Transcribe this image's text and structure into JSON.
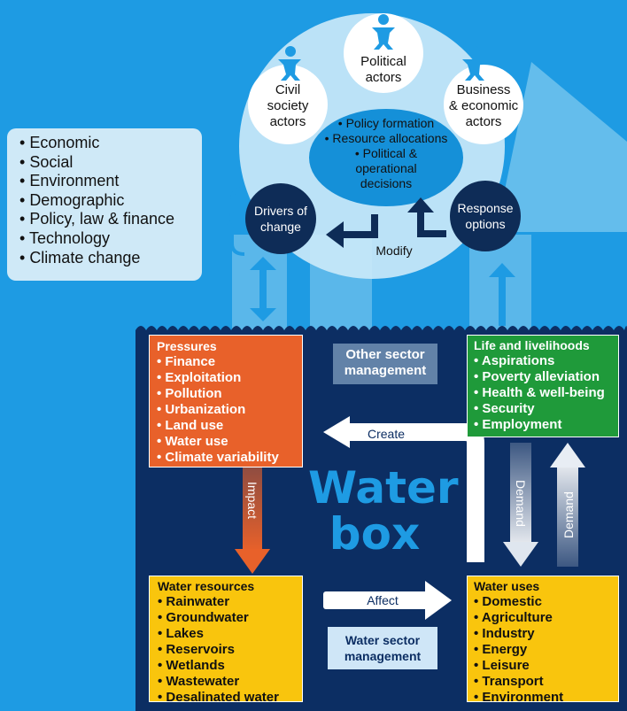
{
  "actors": [
    {
      "label_line1": "Political",
      "label_line2": "actors"
    },
    {
      "label_line1": "Civil",
      "label_line2": "society",
      "label_line3": "actors"
    },
    {
      "label_line1": "Business",
      "label_line2": "& economic",
      "label_line3": "actors"
    }
  ],
  "policy_items": [
    "• Policy formation",
    "• Resource allocations",
    "• Political &",
    "operational",
    "decisions"
  ],
  "drivers_circle": {
    "line1": "Drivers of",
    "line2": "change"
  },
  "response_circle": {
    "line1": "Response",
    "line2": "options"
  },
  "modify_label": "Modify",
  "drivers_list": [
    "Economic",
    "Social",
    "Environment",
    "Demographic",
    "Policy, law & finance",
    "Technology",
    "Climate change"
  ],
  "other_sector": {
    "line1": "Other sector",
    "line2": "management"
  },
  "pressures": {
    "title": "Pressures",
    "items": [
      "Finance",
      "Exploitation",
      "Pollution",
      "Urbanization",
      "Land use",
      "Water use",
      "Climate variability"
    ]
  },
  "life": {
    "title": "Life and livelihoods",
    "items": [
      "Aspirations",
      "Poverty alleviation",
      "Health & well-being",
      "Security",
      "Employment"
    ]
  },
  "water_resources": {
    "title": "Water resources",
    "items": [
      "Rainwater",
      "Groundwater",
      "Lakes",
      "Reservoirs",
      "Wetlands",
      "Wastewater",
      "Desalinated water"
    ]
  },
  "water_uses": {
    "title": "Water uses",
    "items": [
      "Domestic",
      "Agriculture",
      "Industry",
      "Energy",
      "Leisure",
      "Transport",
      "Environment"
    ]
  },
  "water_box": {
    "line1": "Water",
    "line2": "box"
  },
  "arrow_labels": {
    "create": "Create",
    "impact": "Impact",
    "affect": "Affect",
    "demand_down": "Demand",
    "demand_up": "Demand"
  },
  "water_sector": {
    "line1": "Water sector",
    "line2": "management"
  },
  "colors": {
    "background": "#1e9be3",
    "water_box": "#0c2e63",
    "pressures": "#e8612a",
    "life": "#1f9a3a",
    "yellow": "#f9c50d",
    "dark_circle": "#0e2c57",
    "policy_oval": "#1590d8"
  }
}
